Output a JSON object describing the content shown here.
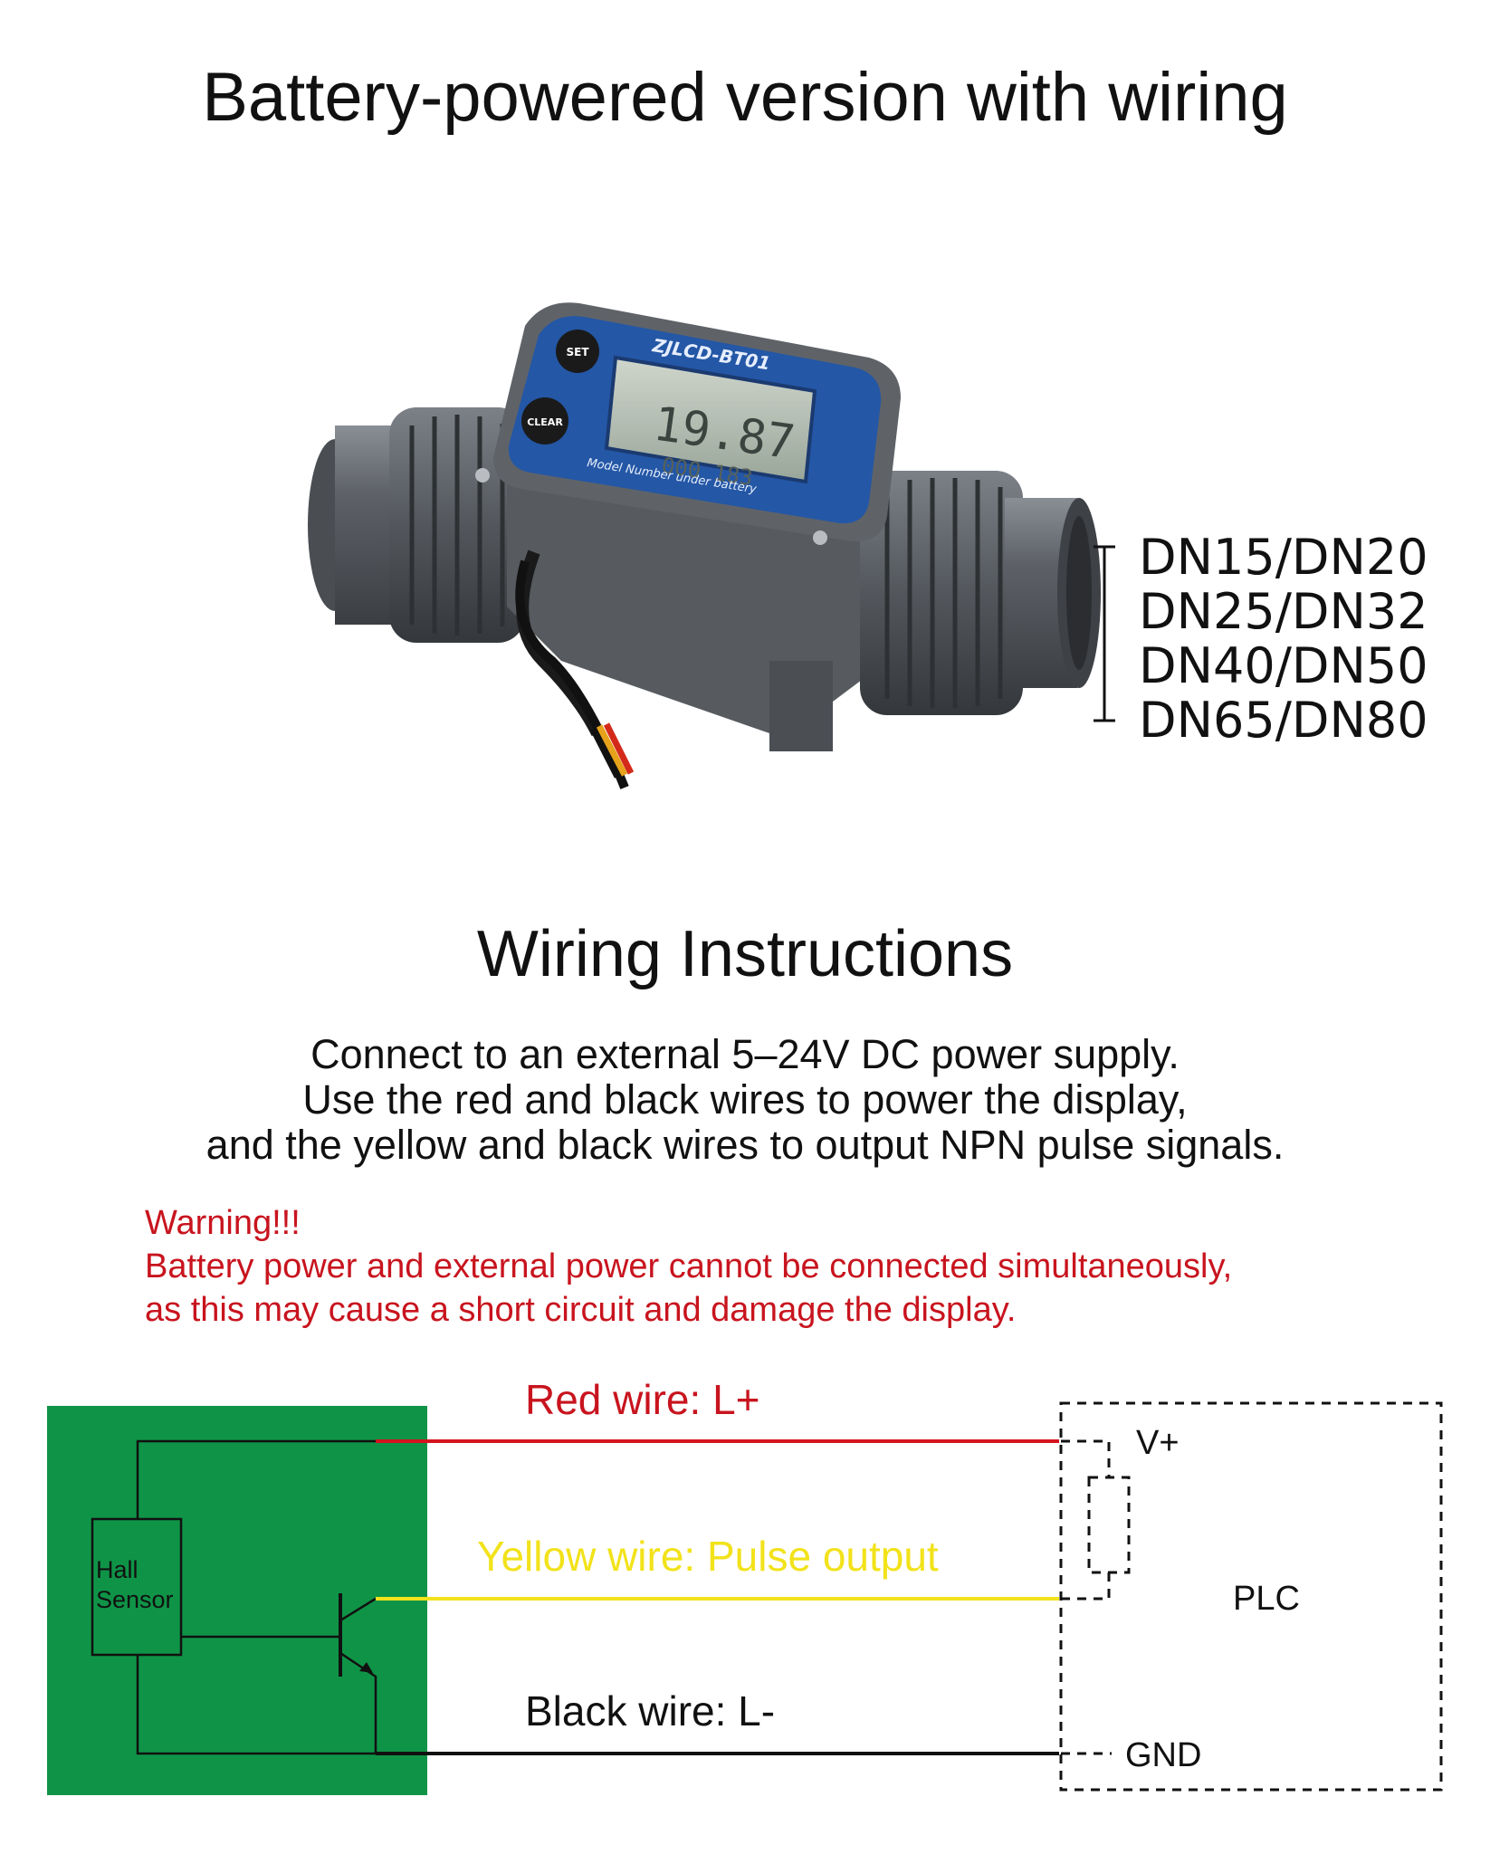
{
  "title": "Battery-powered version with wiring",
  "product": {
    "brand_text": "ZJLCD-BT01",
    "set_button_label": "SET",
    "clear_button_label": "CLEAR",
    "display_reading": "19.87",
    "display_sub_reading": "000 183",
    "panel_caption": "Model Number under battery",
    "sizes": [
      "DN15/DN20",
      "DN25/DN32",
      "DN40/DN50",
      "DN65/DN80"
    ]
  },
  "wiring": {
    "heading": "Wiring Instructions",
    "instructions": [
      "Connect to an external 5–24V DC power supply.",
      "Use the red and black wires to power the display,",
      "and the yellow and black wires to output NPN pulse signals."
    ],
    "warning_title": "Warning!!!",
    "warning_lines": [
      "Battery power and external power cannot be connected simultaneously,",
      "as this may cause a short circuit and damage the display."
    ]
  },
  "diagram": {
    "sensor_label_line1": "Hall",
    "sensor_label_line2": "Sensor",
    "red_wire_label": "Red wire: L+",
    "yellow_wire_label": "Yellow wire: Pulse output",
    "black_wire_label": "Black wire: L-",
    "plc_label": "PLC",
    "vplus_label": "V+",
    "gnd_label": "GND",
    "colors": {
      "board": "#0f9447",
      "red_wire": "#d4141e",
      "yellow_wire": "#f2e21a",
      "black_wire": "#111111",
      "warning_text": "#c8141e"
    }
  }
}
